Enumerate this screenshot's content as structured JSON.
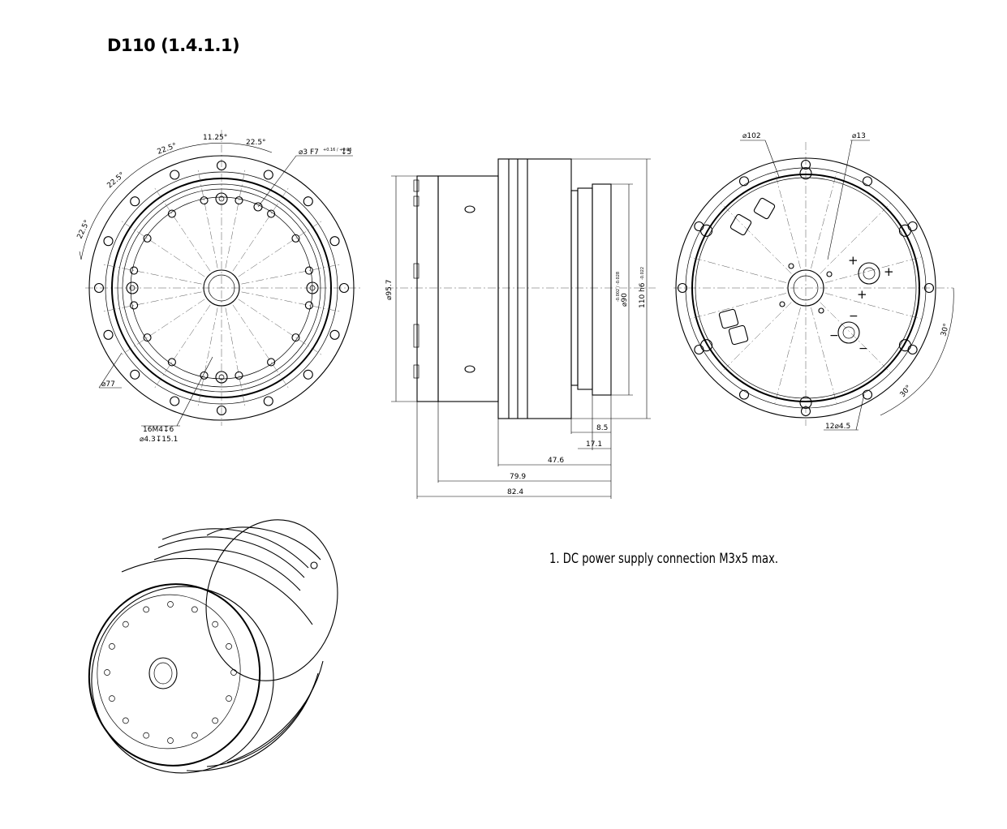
{
  "title": "D110 (1.4.1.1)",
  "front_view": {
    "angles": [
      "11.25°",
      "22.5°",
      "22.5°",
      "22.5°",
      "22.5°"
    ],
    "dim_diameter_77": "⌀77",
    "hole_callout": "⌀3 F7",
    "hole_callout_tol": "+0.16 / +0.06",
    "hole_depth": "↧5",
    "thread_callout_1": "16M4↧6",
    "thread_callout_2": "⌀4.3↧15.1"
  },
  "side_view": {
    "dim_957": "⌀95.7",
    "dim_90": "⌀90",
    "dim_90_tol": "-0.002 / -0.028",
    "dim_110": "110 h6",
    "dim_110_tol": "-0.022",
    "dim_85": "8.5",
    "dim_171": "17.1",
    "dim_476": "47.6",
    "dim_799": "79.9",
    "dim_824": "82.4"
  },
  "rear_view": {
    "dim_102": "⌀102",
    "dim_13": "⌀13",
    "angle_a": "30°",
    "angle_b": "30°",
    "holes": "12⌀4.5",
    "plus_sign": "+",
    "minus_sign": "−"
  },
  "notes": {
    "note_1": "1. DC power supply connection M3x5 max."
  }
}
